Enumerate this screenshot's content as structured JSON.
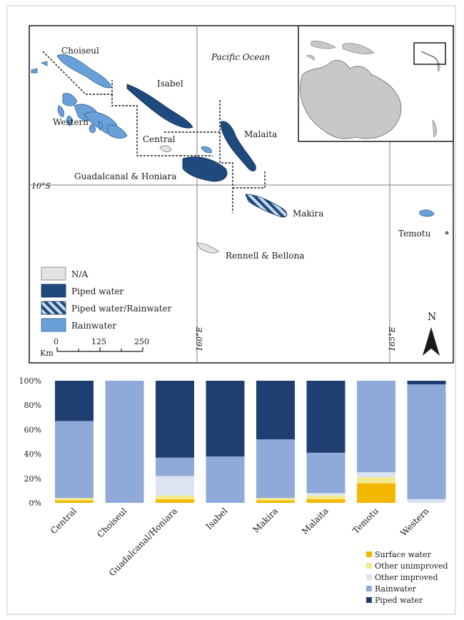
{
  "colors": {
    "na": "#e3e3e3",
    "piped": "#1e4a7e",
    "rainwater": "#6aa0d8",
    "hatch_light": "#c9d9ee",
    "land_inset": "#c8c8c8",
    "frame": "#1a1a1a",
    "grid": "#7f7f7f"
  },
  "map": {
    "ocean_label": "Pacific Ocean",
    "latitude_label": "10°S",
    "longitude_labels": [
      "160°E",
      "165°E"
    ],
    "provinces": {
      "choiseul": "Choiseul",
      "isabel": "Isabel",
      "western": "Western",
      "central": "Central",
      "malaita": "Malaita",
      "guadalcanal": "Guadalcanal & Honiara",
      "makira": "Makira",
      "temotu": "Temotu",
      "rennell": "Rennell & Bellona"
    },
    "legend": [
      {
        "key": "na",
        "label": "N/A"
      },
      {
        "key": "piped",
        "label": "Piped water"
      },
      {
        "key": "hatch",
        "label": "Piped water/Rainwater"
      },
      {
        "key": "rainwater",
        "label": "Rainwater"
      }
    ],
    "scale": {
      "unit": "Km",
      "ticks": [
        "0",
        "125",
        "250"
      ]
    },
    "north": "N"
  },
  "chart_data": {
    "type": "bar",
    "stacked": true,
    "categories": [
      "Central",
      "Choiseul",
      "Guadalcanal/Honiara",
      "Isabel",
      "Makira",
      "Malaita",
      "Temotu",
      "Western"
    ],
    "ylim": [
      0,
      100
    ],
    "yticks": [
      "0%",
      "20%",
      "40%",
      "60%",
      "80%",
      "100%"
    ],
    "grid": false,
    "legend_position": "bottom-right",
    "series": [
      {
        "name": "Surface water",
        "color": "#f5b800",
        "values": [
          2,
          0,
          3,
          0,
          2,
          3,
          16,
          0
        ]
      },
      {
        "name": "Other unimproved",
        "color": "#f3e98e",
        "values": [
          2,
          0,
          3,
          0,
          2,
          3,
          5,
          0
        ]
      },
      {
        "name": "Other improved",
        "color": "#dde4f1",
        "values": [
          0,
          0,
          16,
          0,
          0,
          2,
          4,
          3
        ]
      },
      {
        "name": "Rainwater",
        "color": "#8fa9d8",
        "values": [
          63,
          100,
          15,
          38,
          48,
          33,
          75,
          94
        ]
      },
      {
        "name": "Piped water",
        "color": "#1f3f73",
        "values": [
          33,
          0,
          63,
          62,
          48,
          59,
          0,
          3
        ]
      }
    ]
  }
}
